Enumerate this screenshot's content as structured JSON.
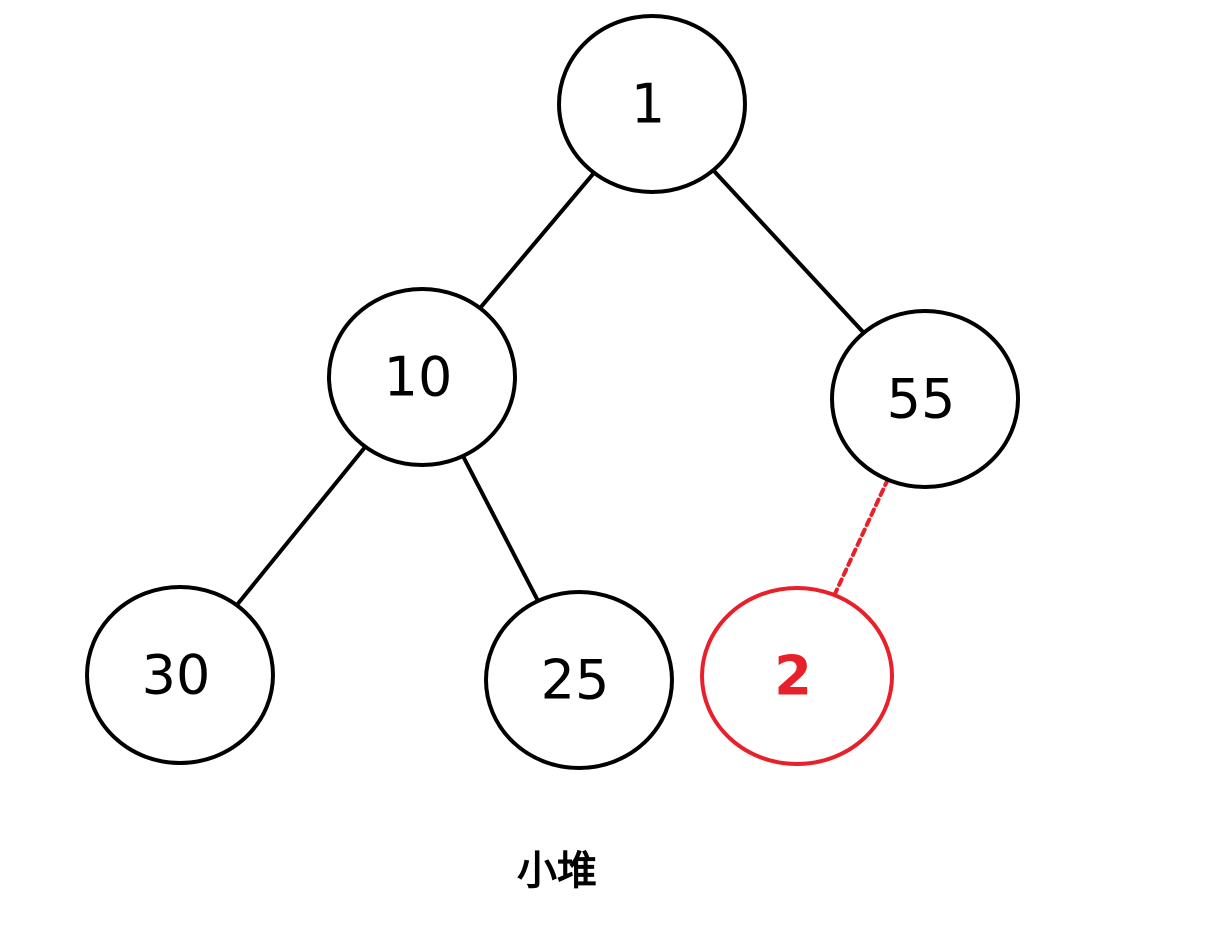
{
  "caption": "小堆",
  "colors": {
    "default": "#000000",
    "inserted": "#e8202a"
  },
  "nodes": [
    {
      "id": "n1",
      "label": "1",
      "inserted": false
    },
    {
      "id": "n10",
      "label": "10",
      "inserted": false
    },
    {
      "id": "n55",
      "label": "55",
      "inserted": false
    },
    {
      "id": "n30",
      "label": "30",
      "inserted": false
    },
    {
      "id": "n25",
      "label": "25",
      "inserted": false
    },
    {
      "id": "n2",
      "label": "2",
      "inserted": true
    }
  ],
  "edges": [
    {
      "from": "n1",
      "to": "n10",
      "style": "solid"
    },
    {
      "from": "n1",
      "to": "n55",
      "style": "solid"
    },
    {
      "from": "n10",
      "to": "n30",
      "style": "solid"
    },
    {
      "from": "n10",
      "to": "n25",
      "style": "solid"
    },
    {
      "from": "n55",
      "to": "n2",
      "style": "dashed"
    }
  ]
}
